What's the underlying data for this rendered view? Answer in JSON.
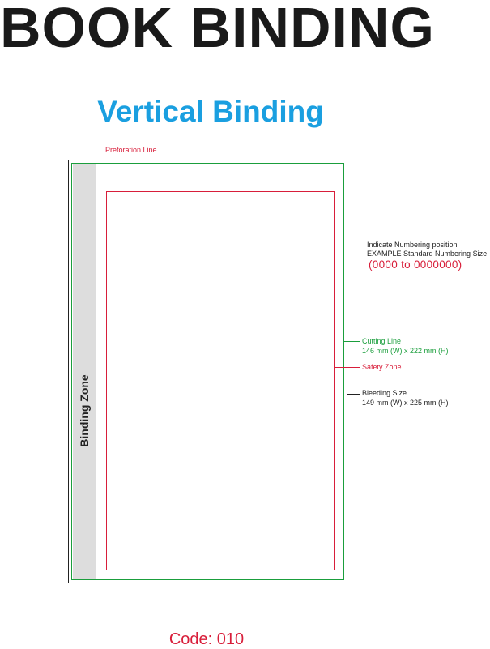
{
  "header": {
    "title": "BOOK BINDING"
  },
  "diagram": {
    "subtitle": "Vertical Binding",
    "perforation_label": "Preforation Line",
    "binding_zone_label": "Binding Zone",
    "numbering_note_line1": "Indicate Numbering position",
    "numbering_note_line2": "EXAMPLE  Standard Numbering Size",
    "numbering_range": "(0000 to 0000000)",
    "cutting_line_label": "Cutting Line",
    "cutting_line_size": "146 mm (W) x 222 mm (H)",
    "safety_zone_label": "Safety Zone",
    "bleeding_label": "Bleeding Size",
    "bleeding_size": "149 mm (W) x 225 mm (H)"
  },
  "footer": {
    "code": "Code: 010"
  },
  "colors": {
    "title": "#1a1a1a",
    "subtitle": "#1a9fe0",
    "red": "#d81e3a",
    "green": "#1a9e3c",
    "dark": "#222222"
  }
}
